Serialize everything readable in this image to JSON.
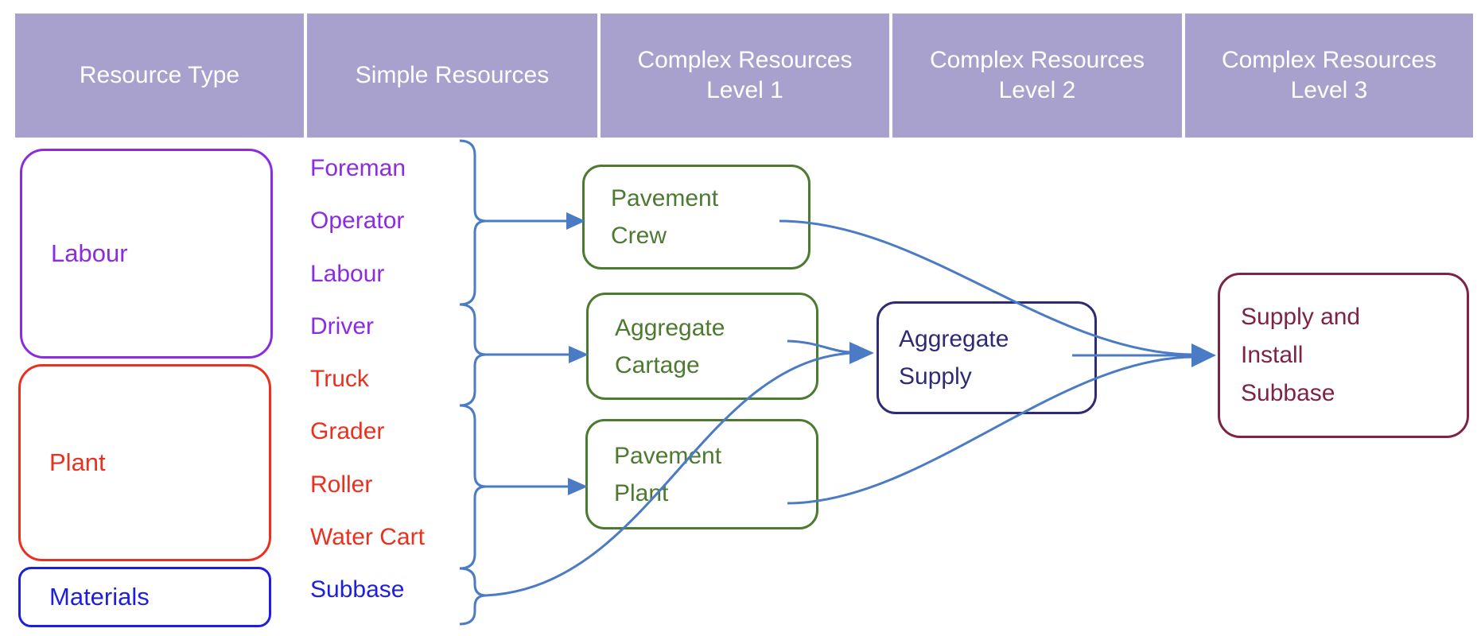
{
  "colors": {
    "header-bg": "#A8A0CD",
    "connector": "#4A7BC4",
    "green": "#4C7A31",
    "indigo": "#2E2B74",
    "maroon": "#7D2347",
    "purple": "#8B2BE2",
    "red": "#EA3120",
    "blue": "#1E1EE0"
  },
  "header": {
    "columns": [
      {
        "line1": "Resource Type",
        "line2": ""
      },
      {
        "line1": "Simple Resources",
        "line2": ""
      },
      {
        "line1": "Complex Resources",
        "line2": "Level 1"
      },
      {
        "line1": "Complex Resources",
        "line2": "Level 2"
      },
      {
        "line1": "Complex Resources",
        "line2": "Level 3"
      }
    ]
  },
  "resource_types": [
    {
      "label": "Labour",
      "color": "#8B2BE2"
    },
    {
      "label": "Plant",
      "color": "#EA3120"
    },
    {
      "label": "Materials",
      "color": "#1E1EE0"
    }
  ],
  "simple_resources": [
    {
      "label": "Foreman",
      "color": "#8B2BE2"
    },
    {
      "label": "Operator",
      "color": "#8B2BE2"
    },
    {
      "label": "Labour",
      "color": "#8B2BE2"
    },
    {
      "label": "Driver",
      "color": "#8B2BE2"
    },
    {
      "label": "Truck",
      "color": "#EA3120"
    },
    {
      "label": "Grader",
      "color": "#EA3120"
    },
    {
      "label": "Roller",
      "color": "#EA3120"
    },
    {
      "label": "Water Cart",
      "color": "#EA3120"
    },
    {
      "label": "Subbase",
      "color": "#1E1EE0"
    }
  ],
  "complex_level1": [
    {
      "line1": "Pavement",
      "line2": "Crew"
    },
    {
      "line1": "Aggregate",
      "line2": "Cartage"
    },
    {
      "line1": "Pavement",
      "line2": "Plant"
    }
  ],
  "complex_level2": [
    {
      "line1": "Aggregate",
      "line2": "Supply"
    }
  ],
  "complex_level3": [
    {
      "line1": "Supply and",
      "line2": "Install",
      "line3": "Subbase"
    }
  ]
}
